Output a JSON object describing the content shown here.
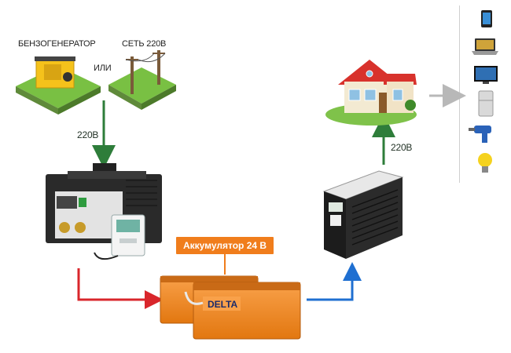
{
  "labels": {
    "generator": "БЕНЗОГЕНЕРАТОР",
    "or": "ИЛИ",
    "grid": "СЕТЬ 220В",
    "voltage_left": "220В",
    "voltage_right": "220В",
    "battery": "Аккумулятор 24 В",
    "battery_brand": "DELTA"
  },
  "devices": [
    "phone-icon",
    "laptop-icon",
    "tv-icon",
    "fridge-icon",
    "drill-icon",
    "bulb-icon"
  ],
  "colors": {
    "arrow_green": "#2e7d3a",
    "arrow_red": "#d9262b",
    "arrow_blue": "#1f6fd1",
    "arrow_gray": "#b8b8b8",
    "battery_orange": "#f07d1c",
    "grass": "#7fc24a"
  }
}
